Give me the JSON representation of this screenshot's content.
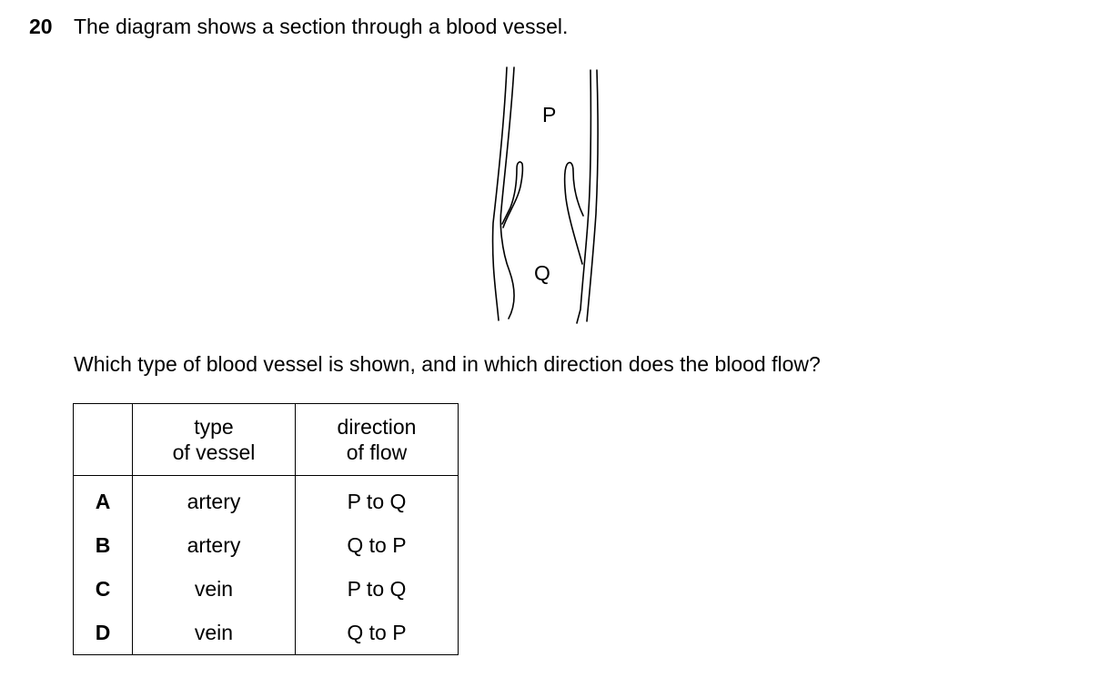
{
  "question": {
    "number": "20",
    "stem": "The diagram shows a section through a blood vessel.",
    "prompt": "Which type of blood vessel is shown, and in which direction does the blood flow?"
  },
  "diagram": {
    "label_top": "P",
    "label_bottom": "Q"
  },
  "table": {
    "headers": {
      "letter": "",
      "type_line1": "type",
      "type_line2": "of vessel",
      "direction_line1": "direction",
      "direction_line2": "of flow"
    },
    "rows": [
      {
        "letter": "A",
        "type": "artery",
        "direction": "P to Q"
      },
      {
        "letter": "B",
        "type": "artery",
        "direction": "Q to P"
      },
      {
        "letter": "C",
        "type": "vein",
        "direction": "P to Q"
      },
      {
        "letter": "D",
        "type": "vein",
        "direction": "Q to P"
      }
    ]
  }
}
